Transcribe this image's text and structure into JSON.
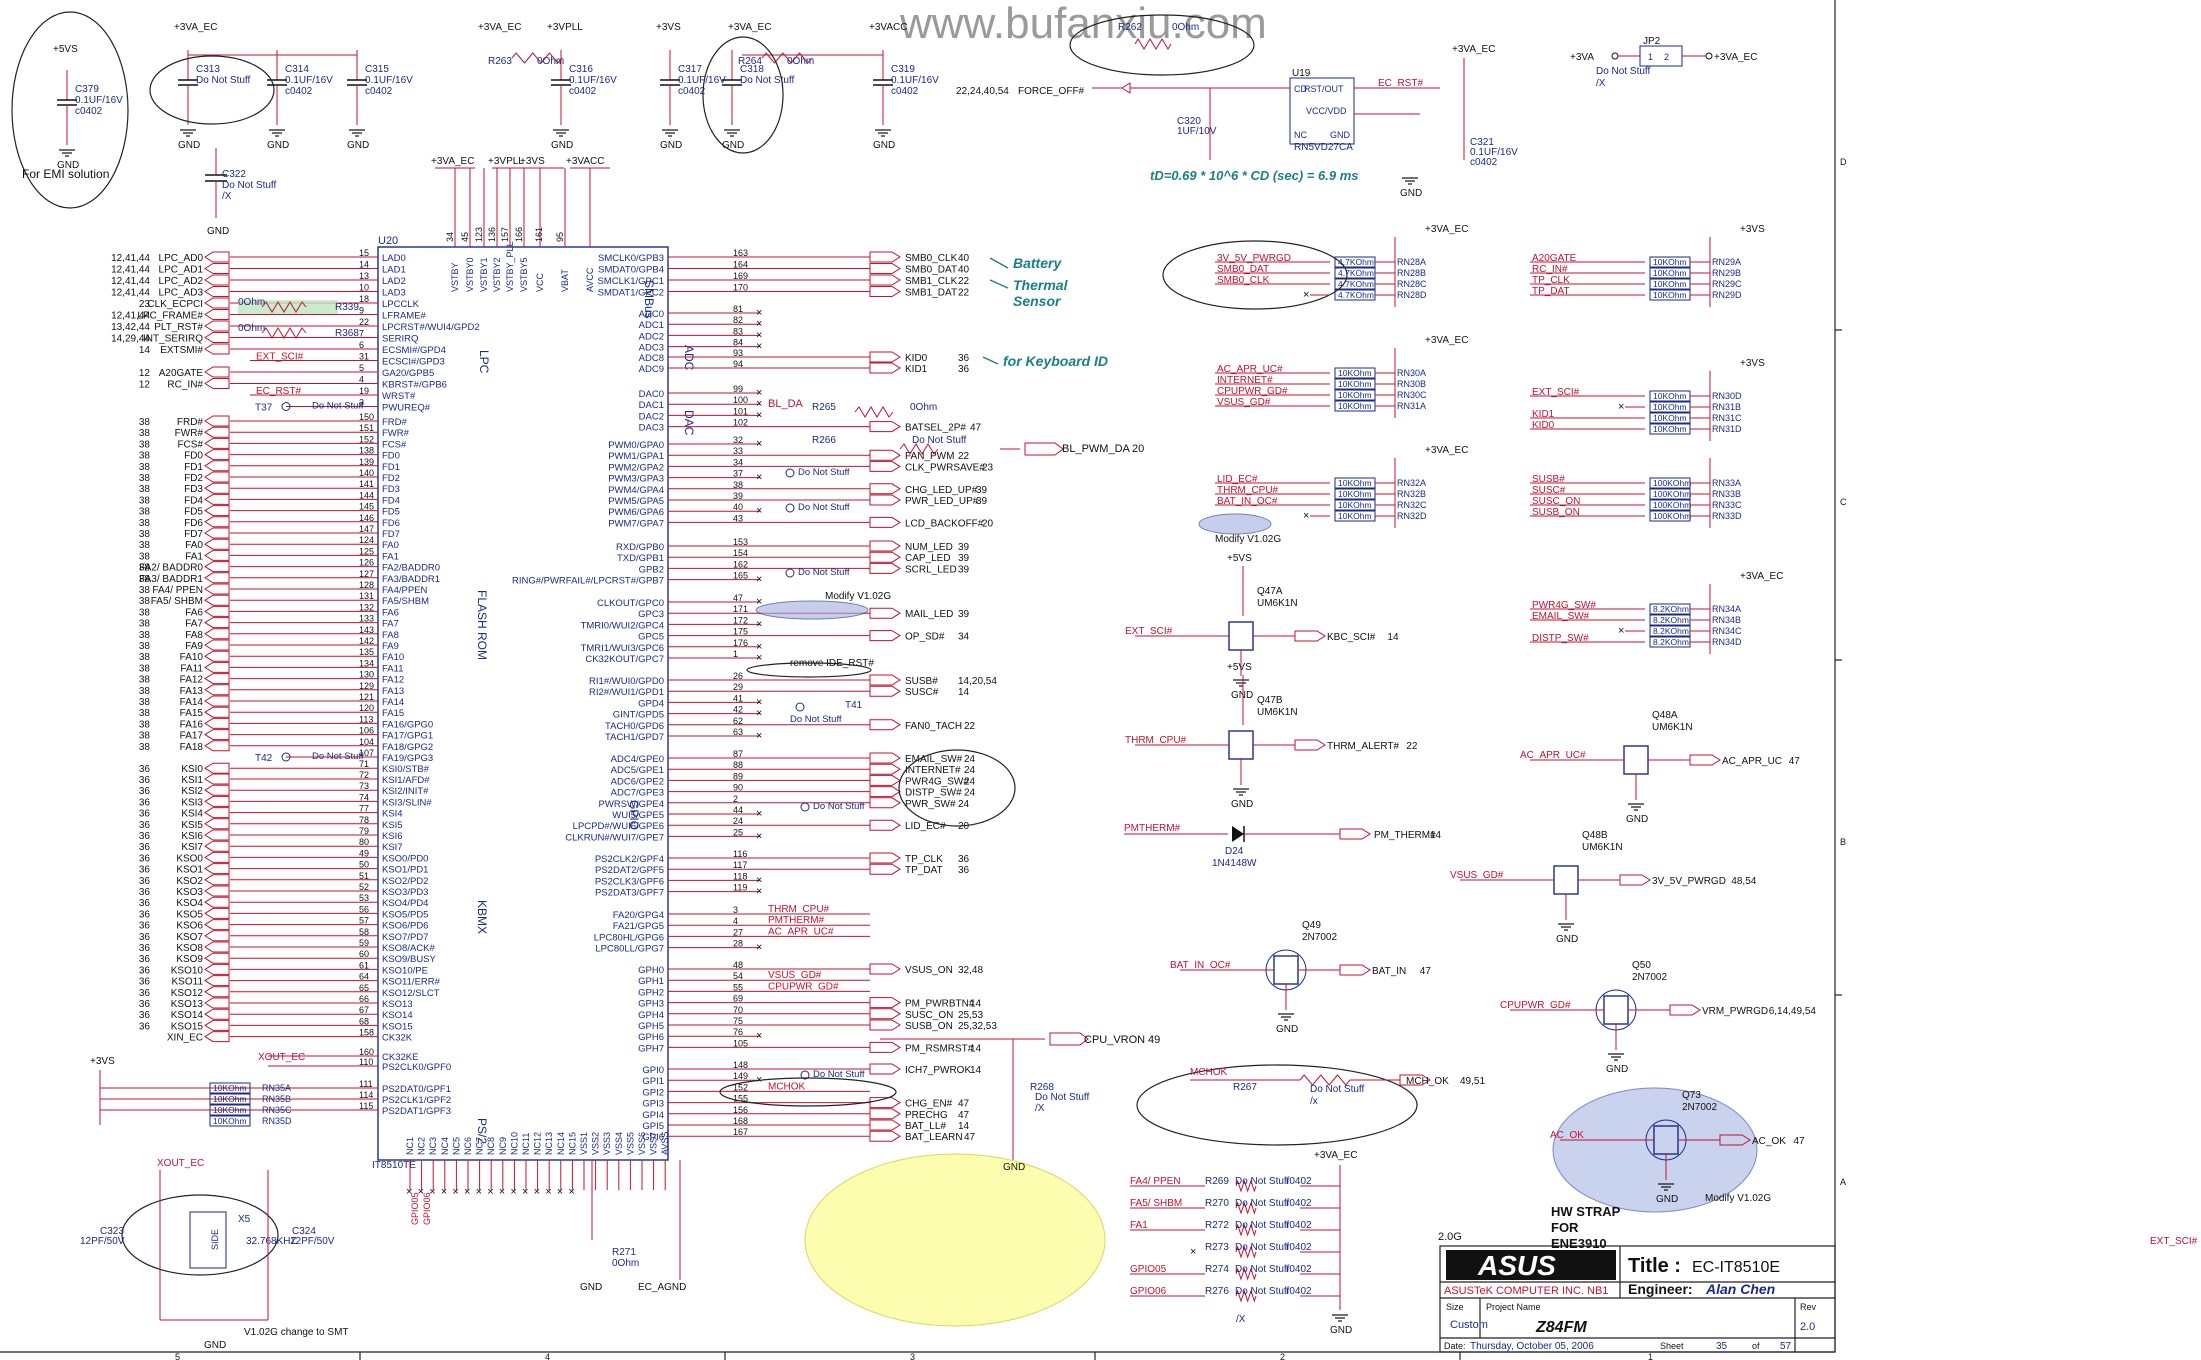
{
  "watermark": "www.bufanxiu.com",
  "chip": {
    "ref": "U20",
    "part": "IT8510TE",
    "top_pins": [
      "+3VA_EC",
      "+3VPLL",
      "+3VS",
      "+3VACC"
    ],
    "top_labels": [
      "VSTBY",
      "VSTBY0",
      "VSTBY1",
      "VSTBY2",
      "VSTBY_PLL",
      "VSTBY5",
      "VCC",
      "VBAT",
      "AVCC"
    ],
    "top_nums": [
      "34",
      "45",
      "123",
      "136",
      "157",
      "166",
      "161",
      "95"
    ],
    "section_labels": [
      "LPC",
      "FLASH ROM",
      "KBMX",
      "PS/2",
      "SMBus",
      "ADC",
      "DAC",
      "GPIO"
    ],
    "bottom_labels": [
      "NC1",
      "NC2",
      "NC3",
      "NC4",
      "NC5",
      "NC6",
      "NC7",
      "NC8",
      "NC9",
      "NC10",
      "NC11",
      "NC12",
      "NC13",
      "NC14",
      "NC15",
      "VSS1",
      "VSS2",
      "VSS3",
      "VSS4",
      "VSS5",
      "VSS6",
      "VSS7",
      "AVSS"
    ],
    "left_pins": [
      [
        "12,41,44",
        "LPC_AD0",
        "15",
        "LAD0"
      ],
      [
        "12,41,44",
        "LPC_AD1",
        "14",
        "LAD1"
      ],
      [
        "12,41,44",
        "LPC_AD2",
        "13",
        "LAD2"
      ],
      [
        "12,41,44",
        "LPC_AD3",
        "10",
        "LAD3"
      ],
      [
        "23",
        "CLK_ECPCI",
        "18",
        "LPCCLK"
      ],
      [
        "12,41,44",
        "LPC_FRAME#",
        "9",
        "LFRAME#"
      ],
      [
        "13,42,44",
        "PLT_RST#",
        "22",
        "LPCRST#/WUI4/GPD2"
      ],
      [
        "14,29,44",
        "INT_SERIRQ",
        "7",
        "SERIRQ"
      ],
      [
        "14",
        "EXTSMI#",
        "6",
        "ECSMI#/GPD4"
      ],
      [
        "",
        "EXT_SCI#",
        "31",
        "ECSCI#/GPD3"
      ],
      [
        "12",
        "A20GATE",
        "5",
        "GA20/GPB5"
      ],
      [
        "12",
        "RC_IN#",
        "4",
        "KBRST#/GPB6"
      ],
      [
        "",
        "EC_RST#",
        "19",
        "WRST#"
      ],
      [
        "",
        "T37",
        "3",
        "PWUREQ#"
      ],
      [
        "38",
        "FRD#",
        "150",
        "FRD#"
      ],
      [
        "38",
        "FWR#",
        "151",
        "FWR#"
      ],
      [
        "38",
        "FCS#",
        "152",
        "FCS#"
      ],
      [
        "38",
        "FD0",
        "138",
        "FD0"
      ],
      [
        "38",
        "FD1",
        "139",
        "FD1"
      ],
      [
        "38",
        "FD2",
        "140",
        "FD2"
      ],
      [
        "38",
        "FD3",
        "141",
        "FD3"
      ],
      [
        "38",
        "FD4",
        "144",
        "FD4"
      ],
      [
        "38",
        "FD5",
        "145",
        "FD5"
      ],
      [
        "38",
        "FD6",
        "146",
        "FD6"
      ],
      [
        "38",
        "FD7",
        "147",
        "FD7"
      ],
      [
        "38",
        "FA0",
        "124",
        "FA0"
      ],
      [
        "38",
        "FA1",
        "125",
        "FA1"
      ],
      [
        "38",
        "FA2/ BADDR0",
        "126",
        "FA2/BADDR0"
      ],
      [
        "38",
        "FA3/ BADDR1",
        "127",
        "FA3/BADDR1"
      ],
      [
        "38",
        "FA4/ PPEN",
        "128",
        "FA4/PPEN"
      ],
      [
        "38",
        "FA5/ SHBM",
        "131",
        "FA5/SHBM"
      ],
      [
        "38",
        "FA6",
        "132",
        "FA6"
      ],
      [
        "38",
        "FA7",
        "133",
        "FA7"
      ],
      [
        "38",
        "FA8",
        "143",
        "FA8"
      ],
      [
        "38",
        "FA9",
        "142",
        "FA9"
      ],
      [
        "38",
        "FA10",
        "135",
        "FA10"
      ],
      [
        "38",
        "FA11",
        "134",
        "FA11"
      ],
      [
        "38",
        "FA12",
        "130",
        "FA12"
      ],
      [
        "38",
        "FA13",
        "129",
        "FA13"
      ],
      [
        "38",
        "FA14",
        "121",
        "FA14"
      ],
      [
        "38",
        "FA15",
        "120",
        "FA15"
      ],
      [
        "38",
        "FA16",
        "113",
        "FA16/GPG0"
      ],
      [
        "38",
        "FA17",
        "106",
        "FA17/GPG1"
      ],
      [
        "38",
        "FA18",
        "104",
        "FA18/GPG2"
      ],
      [
        "",
        "T42",
        "107",
        "FA19/GPG3"
      ],
      [
        "36",
        "KSI0",
        "71",
        "KSI0/STB#"
      ],
      [
        "36",
        "KSI1",
        "72",
        "KSI1/AFD#"
      ],
      [
        "36",
        "KSI2",
        "73",
        "KSI2/INIT#"
      ],
      [
        "36",
        "KSI3",
        "74",
        "KSI3/SLIN#"
      ],
      [
        "36",
        "KSI4",
        "77",
        "KSI4"
      ],
      [
        "36",
        "KSI5",
        "78",
        "KSI5"
      ],
      [
        "36",
        "KSI6",
        "79",
        "KSI6"
      ],
      [
        "36",
        "KSI7",
        "80",
        "KSI7"
      ],
      [
        "36",
        "KSO0",
        "49",
        "KSO0/PD0"
      ],
      [
        "36",
        "KSO1",
        "50",
        "KSO1/PD1"
      ],
      [
        "36",
        "KSO2",
        "51",
        "KSO2/PD2"
      ],
      [
        "36",
        "KSO3",
        "52",
        "KSO3/PD3"
      ],
      [
        "36",
        "KSO4",
        "53",
        "KSO4/PD4"
      ],
      [
        "36",
        "KSO5",
        "56",
        "KSO5/PD5"
      ],
      [
        "36",
        "KSO6",
        "57",
        "KSO6/PD6"
      ],
      [
        "36",
        "KSO7",
        "58",
        "KSO7/PD7"
      ],
      [
        "36",
        "KSO8",
        "59",
        "KSO8/ACK#"
      ],
      [
        "36",
        "KSO9",
        "60",
        "KSO9/BUSY"
      ],
      [
        "36",
        "KSO10",
        "61",
        "KSO10/PE"
      ],
      [
        "36",
        "KSO11",
        "64",
        "KSO11/ERR#"
      ],
      [
        "36",
        "KSO12",
        "65",
        "KSO12/SLCT"
      ],
      [
        "36",
        "KSO13",
        "66",
        "KSO13"
      ],
      [
        "36",
        "KSO14",
        "67",
        "KSO14"
      ],
      [
        "36",
        "KSO15",
        "68",
        "KSO15"
      ],
      [
        "",
        "XIN_EC",
        "158",
        "CK32K"
      ],
      [
        "",
        "XOUT_EC",
        "160",
        "CK32KE"
      ],
      [
        "",
        "",
        "110",
        "PS2CLK0/GPF0"
      ],
      [
        "",
        "",
        "111",
        "PS2DAT0/GPF1"
      ],
      [
        "",
        "",
        "114",
        "PS2CLK1/GPF2"
      ],
      [
        "",
        "",
        "115",
        "PS2DAT1/GPF3"
      ]
    ],
    "right_pins": [
      [
        "SMCLK0/GPB3",
        "163",
        "SMB0_CLK",
        "40"
      ],
      [
        "SMDAT0/GPB4",
        "164",
        "SMB0_DAT",
        "40"
      ],
      [
        "SMCLK1/GPC1",
        "169",
        "SMB1_CLK",
        "22"
      ],
      [
        "SMDAT1/GPC2",
        "170",
        "SMB1_DAT",
        "22"
      ],
      [
        "ADC0",
        "81",
        "",
        ""
      ],
      [
        "ADC1",
        "82",
        "",
        ""
      ],
      [
        "ADC2",
        "83",
        "",
        ""
      ],
      [
        "ADC3",
        "84",
        "",
        ""
      ],
      [
        "ADC8",
        "93",
        "KID0",
        "36"
      ],
      [
        "ADC9",
        "94",
        "KID1",
        "36"
      ],
      [
        "DAC0",
        "99",
        "",
        ""
      ],
      [
        "DAC1",
        "100",
        "",
        ""
      ],
      [
        "DAC2",
        "101",
        "",
        ""
      ],
      [
        "DAC3",
        "102",
        "BATSEL_2P#",
        "47"
      ],
      [
        "PWM0/GPA0",
        "32",
        "",
        ""
      ],
      [
        "PWM1/GPA1",
        "33",
        "FAN_PWM",
        "22"
      ],
      [
        "PWM2/GPA2",
        "34",
        "CLK_PWRSAVE#",
        "23"
      ],
      [
        "PWM3/GPA3",
        "37",
        "",
        ""
      ],
      [
        "PWM4/GPA4",
        "38",
        "CHG_LED_UP#",
        "39"
      ],
      [
        "PWM5/GPA5",
        "39",
        "PWR_LED_UP#",
        "39"
      ],
      [
        "PWM6/GPA6",
        "40",
        "",
        ""
      ],
      [
        "PWM7/GPA7",
        "43",
        "LCD_BACKOFF#",
        "20"
      ],
      [
        "RXD/GPB0",
        "153",
        "NUM_LED",
        "39"
      ],
      [
        "TXD/GPB1",
        "154",
        "CAP_LED",
        "39"
      ],
      [
        "GPB2",
        "162",
        "SCRL_LED",
        "39"
      ],
      [
        "RING#/PWRFAIL#/LPCRST#/GPB7",
        "165",
        "",
        ""
      ],
      [
        "CLKOUT/GPC0",
        "47",
        "",
        ""
      ],
      [
        "GPC3",
        "171",
        "MAIL_LED",
        "39"
      ],
      [
        "TMRI0/WUI2/GPC4",
        "172",
        "",
        ""
      ],
      [
        "GPC5",
        "175",
        "OP_SD#",
        "34"
      ],
      [
        "TMRI1/WUI3/GPC6",
        "176",
        "",
        ""
      ],
      [
        "CK32KOUT/GPC7",
        "1",
        "",
        ""
      ],
      [
        "RI1#/WUI0/GPD0",
        "26",
        "SUSB#",
        "14,20,54"
      ],
      [
        "RI2#/WUI1/GPD1",
        "29",
        "SUSC#",
        "14"
      ],
      [
        "GPD4",
        "41",
        "",
        ""
      ],
      [
        "GINT/GPD5",
        "42",
        "",
        ""
      ],
      [
        "TACH0/GPD6",
        "62",
        "FAN0_TACH",
        "22"
      ],
      [
        "TACH1/GPD7",
        "63",
        "",
        ""
      ],
      [
        "ADC4/GPE0",
        "87",
        "EMAIL_SW#",
        "24"
      ],
      [
        "ADC5/GPE1",
        "88",
        "INTERNET#",
        "24"
      ],
      [
        "ADC6/GPE2",
        "89",
        "PWR4G_SW#",
        "24"
      ],
      [
        "ADC7/GPE3",
        "90",
        "DISTP_SW#",
        "24"
      ],
      [
        "PWRSW/GPE4",
        "2",
        "PWR_SW#",
        "24"
      ],
      [
        "WUI5/GPE5",
        "44",
        "",
        ""
      ],
      [
        "LPCPD#/WUI6/GPE6",
        "24",
        "LID_EC#",
        "20"
      ],
      [
        "CLKRUN#/WUI7/GPE7",
        "25",
        "",
        ""
      ],
      [
        "PS2CLK2/GPF4",
        "116",
        "TP_CLK",
        "36"
      ],
      [
        "PS2DAT2/GPF5",
        "117",
        "TP_DAT",
        "36"
      ],
      [
        "PS2CLK3/GPF6",
        "118",
        "",
        ""
      ],
      [
        "PS2DAT3/GPF7",
        "119",
        "",
        ""
      ],
      [
        "FA20/GPG4",
        "3",
        "THRM_CPU#",
        ""
      ],
      [
        "FA21/GPG5",
        "4",
        "PMTHERM#",
        ""
      ],
      [
        "LPC80HL/GPG6",
        "27",
        "AC_APR_UC#",
        ""
      ],
      [
        "LPC80LL/GPG7",
        "28",
        "",
        ""
      ],
      [
        "GPH0",
        "48",
        "VSUS_ON",
        "32,48"
      ],
      [
        "GPH1",
        "54",
        "VSUS_GD#",
        ""
      ],
      [
        "GPH2",
        "55",
        "CPUPWR_GD#",
        ""
      ],
      [
        "GPH3",
        "69",
        "PM_PWRBTN#",
        "14"
      ],
      [
        "GPH4",
        "70",
        "SUSC_ON",
        "25,53"
      ],
      [
        "GPH5",
        "75",
        "SUSB_ON",
        "25,32,53"
      ],
      [
        "GPH6",
        "76",
        "",
        ""
      ],
      [
        "GPH7",
        "105",
        "PM_RSMRST#",
        "14"
      ],
      [
        "GPI0",
        "148",
        "ICH7_PWROK",
        "14"
      ],
      [
        "GPI1",
        "149",
        "",
        ""
      ],
      [
        "GPI2",
        "152",
        "MCHOK",
        ""
      ],
      [
        "GPI3",
        "155",
        "CHG_EN#",
        "47"
      ],
      [
        "GPI4",
        "156",
        "PRECHG",
        "47"
      ],
      [
        "GPI5",
        "168",
        "BAT_LL#",
        "14"
      ],
      [
        "GPI6",
        "167",
        "BAT_LEARN",
        "47"
      ]
    ]
  },
  "top_caps": [
    [
      "+5VS",
      "C379",
      "0.1UF/16V",
      "c0402"
    ],
    [
      "+3VA_EC",
      "C313",
      "Do Not Stuff",
      ""
    ],
    [
      "",
      "C314",
      "0.1UF/16V",
      "c0402"
    ],
    [
      "",
      "C315",
      "0.1UF/16V",
      "c0402"
    ],
    [
      "+3VA_EC",
      "R263",
      "0Ohm",
      ""
    ],
    [
      "+3VPLL",
      "C316",
      "0.1UF/16V",
      "c0402"
    ],
    [
      "+3VS",
      "C317",
      "0.1UF/16V",
      "c0402"
    ],
    [
      "+3VA_EC",
      "R264",
      "0Ohm",
      ""
    ],
    [
      "",
      "C318",
      "Do Not Stuff",
      ""
    ],
    [
      "+3VACC",
      "C319",
      "0.1UF/16V",
      "c0402"
    ]
  ],
  "notes": {
    "emi": "For EMI solution",
    "c322": [
      "C322",
      "Do Not Stuff",
      "/X"
    ],
    "battery": "Battery",
    "thermal": "Thermal Sensor",
    "kbid": "for Keyboard ID",
    "modify1": "Modify V1.02G",
    "remove": "remove IDE_RST#",
    "smt": "V1.02G change to SMT",
    "td": "tD=0.69 * 10^6 * CD (sec) = 6.9 ms",
    "hwstrap": [
      "HW STRAP",
      "FOR",
      "ENE3910"
    ],
    "vers": "2.0G"
  },
  "misc_labels": {
    "bl_da": "BL_DA",
    "r265": "R265",
    "r265v": "0Ohm",
    "r266": "R266",
    "r266v": "Do Not Stuff",
    "bl_pwm": "BL_PWM_DA",
    "bl_pwm_ref": "20",
    "cpu_vron": "CPU_VRON",
    "cpu_vron_ref": "49",
    "r268": "R268",
    "r268v": "Do Not Stuff",
    "r268x": "/X",
    "r271": "R271",
    "r271v": "0Ohm",
    "ec_agnd": "EC_AGND",
    "r339": "R339",
    "r368": "R368",
    "r_ohm": "0Ohm",
    "dns": "Do Not Stuff",
    "gnd": "GND",
    "xtal": "X5",
    "xtal_v": "32.768KHZ",
    "c323": "C323",
    "c323v": "12PF/50V",
    "c324": "C324",
    "c324v": "12PF/50V",
    "side": "SIDE",
    "t41": "T41",
    "gpio05": "GPIO05",
    "gpio06": "GPIO06"
  },
  "force_off": {
    "ref": "22,24,40,54",
    "label": "FORCE_OFF#",
    "u": "U19",
    "part": "RN5VD27CA",
    "pins": [
      "CD",
      "RST/OUT",
      "VCC/VDD",
      "NC",
      "GND"
    ],
    "out": "EC_RST#",
    "rail": "+3VA_EC",
    "c320": "C320",
    "c320v": "1UF/10V",
    "c321": "C321",
    "c321v": "0.1UF/16V",
    "c321p": "c0402",
    "r262": "R262",
    "r262v": "0Ohm"
  },
  "jumper": {
    "ref": "JP2",
    "left": "+3VA",
    "right": "+3VA_EC",
    "note": "Do Not Stuff",
    "x": "/X",
    "p1": "1",
    "p2": "2"
  },
  "rnets": [
    {
      "rail": "+3VA_EC",
      "nets": [
        "3V_5V_PWRGD",
        "SMB0_DAT",
        "SMB0_CLK",
        ""
      ],
      "vals": [
        "4.7KOhm",
        "4.7KOhm",
        "4.7KOhm",
        "4.7KOhm"
      ],
      "refs": [
        "RN28A",
        "RN28B",
        "RN28C",
        "RN28D"
      ]
    },
    {
      "rail": "+3VS",
      "nets": [
        "A20GATE",
        "RC_IN#",
        "TP_CLK",
        "TP_DAT"
      ],
      "vals": [
        "10KOhm",
        "10KOhm",
        "10KOhm",
        "10KOhm"
      ],
      "refs": [
        "RN29A",
        "RN29B",
        "RN29C",
        "RN29D"
      ]
    },
    {
      "rail": "+3VA_EC",
      "nets": [
        "AC_APR_UC#",
        "INTERNET#",
        "CPUPWR_GD#",
        "VSUS_GD#"
      ],
      "vals": [
        "10KOhm",
        "10KOhm",
        "10KOhm",
        "10KOhm"
      ],
      "refs": [
        "RN30A",
        "RN30B",
        "RN30C",
        "RN31A"
      ]
    },
    {
      "rail": "+3VS",
      "nets": [
        "EXT_SCI#",
        "",
        "KID1",
        "KID0"
      ],
      "vals": [
        "10KOhm",
        "10KOhm",
        "10KOhm",
        "10KOhm"
      ],
      "refs": [
        "RN30D",
        "RN31B",
        "RN31C",
        "RN31D"
      ]
    },
    {
      "rail": "+3VA_EC",
      "nets": [
        "LID_EC#",
        "THRM_CPU#",
        "BAT_IN_OC#",
        ""
      ],
      "vals": [
        "10KOhm",
        "10KOhm",
        "10KOhm",
        "10KOhm"
      ],
      "refs": [
        "RN32A",
        "RN32B",
        "RN32C",
        "RN32D"
      ]
    },
    {
      "rail": "",
      "nets": [
        "SUSB#",
        "SUSC#",
        "SUSC_ON",
        "SUSB_ON"
      ],
      "vals": [
        "100KOhm",
        "100KOhm",
        "100KOhm",
        "100KOhm"
      ],
      "refs": [
        "RN33A",
        "RN33B",
        "RN33C",
        "RN33D"
      ]
    },
    {
      "rail": "+3VA_EC",
      "nets": [
        "PWR4G_SW#",
        "EMAIL_SW#",
        "",
        "DISTP_SW#"
      ],
      "vals": [
        "8.2KOhm",
        "8.2KOhm",
        "8.2KOhm",
        "8.2KOhm"
      ],
      "refs": [
        "RN34A",
        "RN34B",
        "RN34C",
        "RN34D"
      ]
    }
  ],
  "ps2_rn": {
    "rail": "+3VS",
    "vals": [
      "10KOhm",
      "10KOhm",
      "10KOhm",
      "10KOhm"
    ],
    "refs": [
      "RN35A",
      "RN35B",
      "RN35C",
      "RN35D"
    ]
  },
  "transistors": [
    {
      "rail": "+5VS",
      "ref": "Q47A",
      "part": "UM6K1N",
      "in": "EXT_SCI#",
      "out": "KBC_SCI#",
      "out_ref": "14"
    },
    {
      "rail": "+5VS",
      "ref": "Q47B",
      "part": "UM6K1N",
      "in": "THRM_CPU#",
      "out": "THRM_ALERT#",
      "out_ref": "22"
    },
    {
      "rail": "",
      "ref": "Q48A",
      "part": "UM6K1N",
      "in": "AC_APR_UC#",
      "out": "AC_APR_UC",
      "out_ref": "47"
    },
    {
      "rail": "",
      "ref": "Q48B",
      "part": "UM6K1N",
      "in": "VSUS_GD#",
      "out": "3V_5V_PWRGD",
      "out_ref": "48,54"
    },
    {
      "rail": "",
      "ref": "Q49",
      "part": "2N7002",
      "in": "BAT_IN_OC#",
      "out": "BAT_IN",
      "out_ref": "47"
    },
    {
      "rail": "",
      "ref": "Q50",
      "part": "2N7002",
      "in": "CPUPWR_GD#",
      "out": "VRM_PWRGD",
      "out_ref": "6,14,49,54"
    },
    {
      "rail": "",
      "ref": "Q73",
      "part": "2N7002",
      "in": "AC_OK",
      "out": "AC_OK",
      "out_ref": "47"
    }
  ],
  "diode": {
    "in": "PMTHERM#",
    "ref": "D24",
    "part": "1N4148W",
    "out": "PM_THERM#",
    "out_ref": "14",
    "p1": "2",
    "p2": "1"
  },
  "mchok": {
    "in": "MCHOK",
    "ref": "R267",
    "val": "Do Not Stuff",
    "x": "/x",
    "out": "MCH_OK",
    "out_ref": "49,51"
  },
  "straps": {
    "rail": "+3VA_EC",
    "nets": [
      "FA4/ PPEN",
      "FA5/ SHBM",
      "FA1",
      "",
      "GPIO05",
      "GPIO06"
    ],
    "refs": [
      "R269",
      "R270",
      "R272",
      "R273",
      "R274",
      "R276"
    ],
    "val": "Do Not Stuff",
    "pkg": "r0402",
    "x": "/X"
  },
  "title_block": {
    "company": "ASUSTeK COMPUTER INC. NB1",
    "title_label": "Title :",
    "title": "EC-IT8510E",
    "engineer_label": "Engineer:",
    "engineer": "Alan Chen",
    "size_label": "Size",
    "size": "Custom",
    "project_label": "Project Name",
    "project": "Z84FM",
    "rev_label": "Rev",
    "rev": "2.0",
    "date_label": "Date:",
    "date": "Thursday, October 05, 2006",
    "sheet_label": "Sheet",
    "sheet": "35",
    "of_label": "of",
    "of": "57",
    "logo": "ASUS"
  },
  "border": {
    "cols": [
      "5",
      "4",
      "3",
      "2",
      "1"
    ],
    "rows": [
      "D",
      "C",
      "B",
      "A"
    ],
    "edge_net": "EXT_SCI#"
  }
}
